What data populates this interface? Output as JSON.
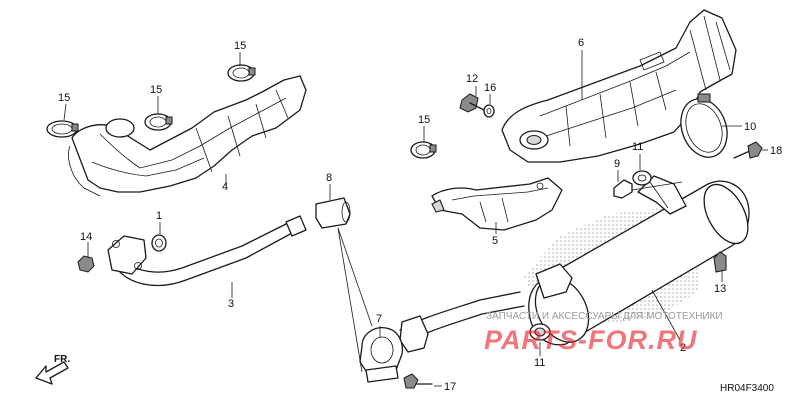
{
  "callouts": [
    {
      "id": "c1",
      "text": "1"
    },
    {
      "id": "c2",
      "text": "2"
    },
    {
      "id": "c3",
      "text": "3"
    },
    {
      "id": "c4",
      "text": "4"
    },
    {
      "id": "c5",
      "text": "5"
    },
    {
      "id": "c6",
      "text": "6"
    },
    {
      "id": "c7",
      "text": "7"
    },
    {
      "id": "c8",
      "text": "8"
    },
    {
      "id": "c9",
      "text": "9"
    },
    {
      "id": "c10",
      "text": "10"
    },
    {
      "id": "c11a",
      "text": "11"
    },
    {
      "id": "c11b",
      "text": "11"
    },
    {
      "id": "c12",
      "text": "12"
    },
    {
      "id": "c13",
      "text": "13"
    },
    {
      "id": "c14",
      "text": "14"
    },
    {
      "id": "c15a",
      "text": "15"
    },
    {
      "id": "c15b",
      "text": "15"
    },
    {
      "id": "c15c",
      "text": "15"
    },
    {
      "id": "c15d",
      "text": "15"
    },
    {
      "id": "c16",
      "text": "16"
    },
    {
      "id": "c17",
      "text": "17"
    },
    {
      "id": "c18",
      "text": "18"
    }
  ],
  "direction_label": "FR.",
  "diagram_code": "HR04F3400",
  "watermark": {
    "tagline": "ЗАПЧАСТИ И АКСЕССУАРЫ ДЛЯ МОТОТЕХНИКИ",
    "brand": "PARTS-FOR.RU"
  },
  "colors": {
    "ink": "#1a1a1a",
    "watermark_red": "#e8232a",
    "watermark_gray": "#9a9a9a"
  }
}
